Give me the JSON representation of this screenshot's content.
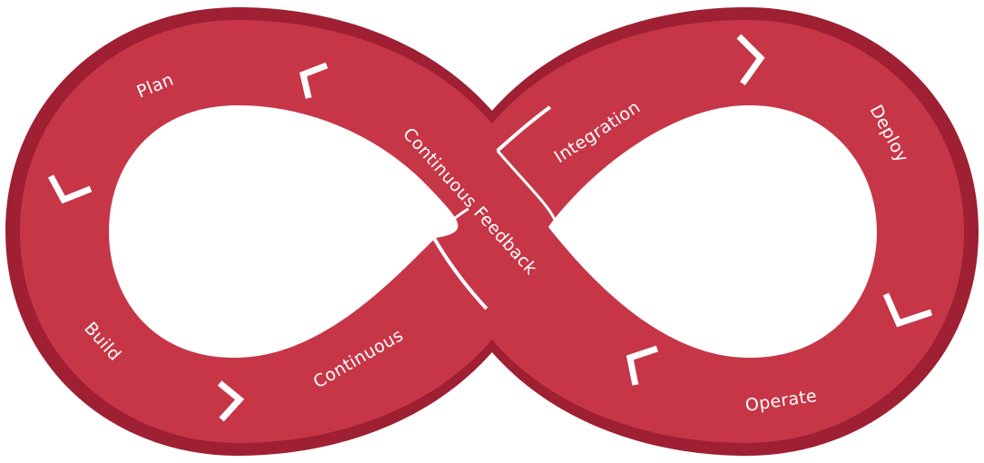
{
  "diagram": {
    "shape": "infinity-loop",
    "colors": {
      "band": "#c63647",
      "band_dark": "#9e2032",
      "text": "#ffffff",
      "background": "#ffffff"
    },
    "labels": {
      "plan": "Plan",
      "build": "Build",
      "continuous": "Continuous",
      "continuous_feedback": "Continuous Feedback",
      "integration": "Integration",
      "deploy": "Deploy",
      "operate": "Operate"
    },
    "chevrons": [
      "chevron-up-left-icon",
      "chevron-down-left-icon",
      "chevron-right-icon",
      "chevron-right-icon",
      "chevron-down-right-icon",
      "chevron-up-left-icon"
    ]
  }
}
